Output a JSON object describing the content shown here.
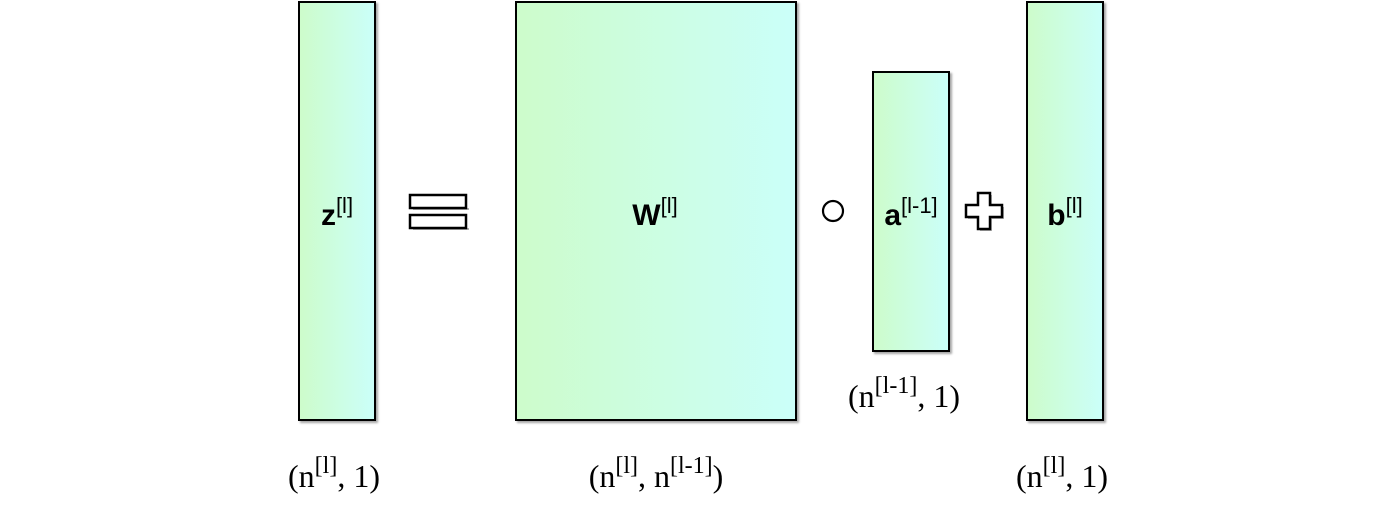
{
  "terms": {
    "z": {
      "base": "z",
      "sup": "[l]",
      "dims_pre": "(n",
      "dims_sup": "[l]",
      "dims_post": ", 1)"
    },
    "W": {
      "base": "W",
      "sup": "[l]",
      "dims_pre": "(n",
      "dims_sup": "[l]",
      "dims_mid": ", n",
      "dims_sup2": "[l-1]",
      "dims_post": ")"
    },
    "a": {
      "base": "a",
      "sup": "[l-1]",
      "dims_pre": "(n",
      "dims_sup": "[l-1]",
      "dims_post": ", 1)"
    },
    "b": {
      "base": "b",
      "sup": "[l]",
      "dims_pre": "(n",
      "dims_sup": "[l]",
      "dims_post": ", 1)"
    }
  },
  "operators": {
    "equals": "equals",
    "dot": "dot",
    "plus": "plus"
  },
  "colors": {
    "fill_left": "#cdfccb",
    "fill_right": "#cbfff9",
    "stroke": "#000000"
  }
}
